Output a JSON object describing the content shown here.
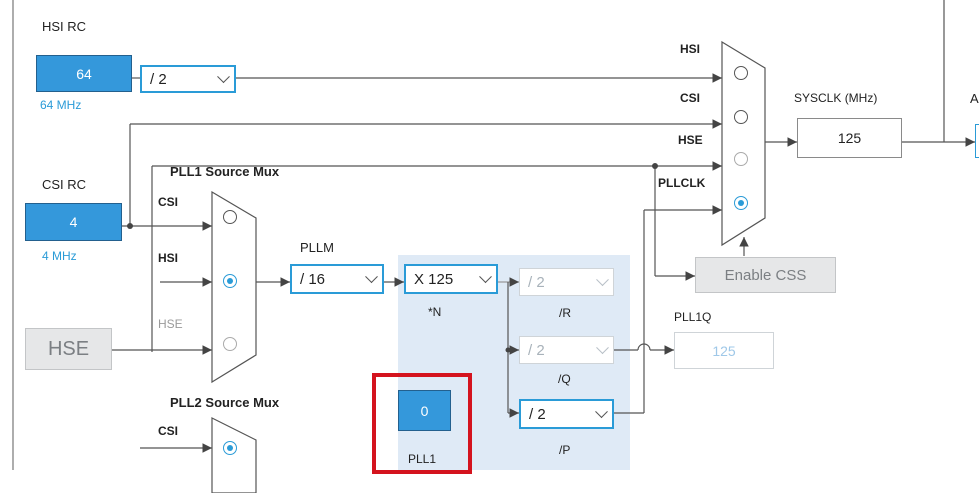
{
  "hsi_rc": {
    "title": "HSI RC",
    "value": "64",
    "freq": "64 MHz",
    "divider": "/ 2"
  },
  "csi_rc": {
    "title": "CSI RC",
    "value": "4",
    "freq": "4 MHz"
  },
  "hse": {
    "label": "HSE"
  },
  "pll1_source_mux": {
    "title": "PLL1 Source Mux",
    "inputs": [
      "CSI",
      "HSI",
      "HSE"
    ],
    "selected": "HSI"
  },
  "pllm": {
    "title": "PLLM",
    "value": "/ 16"
  },
  "pll1": {
    "n_value": "X 125",
    "n_label": "*N",
    "r_value": "/ 2",
    "r_label": "/R",
    "q_value": "/ 2",
    "q_label": "/Q",
    "p_value": "/ 2",
    "p_label": "/P",
    "frac_value": "0",
    "label": "PLL1"
  },
  "pll1q": {
    "title": "PLL1Q",
    "value": "125"
  },
  "system_clock_mux": {
    "title": "System Clock Mux",
    "inputs": [
      "HSI",
      "CSI",
      "HSE",
      "PLLCLK"
    ],
    "selected": "PLLCLK"
  },
  "sysclk": {
    "title": "SYSCLK (MHz)",
    "value": "125"
  },
  "enable_css": {
    "label": "Enable CSS"
  },
  "pll2_source_mux": {
    "title": "PLL2 Source Mux",
    "inputs": [
      "CSI"
    ],
    "selected": "CSI"
  },
  "pll2m": {
    "title": "PLL2M"
  },
  "right_edge": {
    "label": "A"
  },
  "colors": {
    "accent": "#2a9bd7",
    "source_fill": "#3498db",
    "panel": "#dfeaf6",
    "highlight": "#d4131e"
  }
}
